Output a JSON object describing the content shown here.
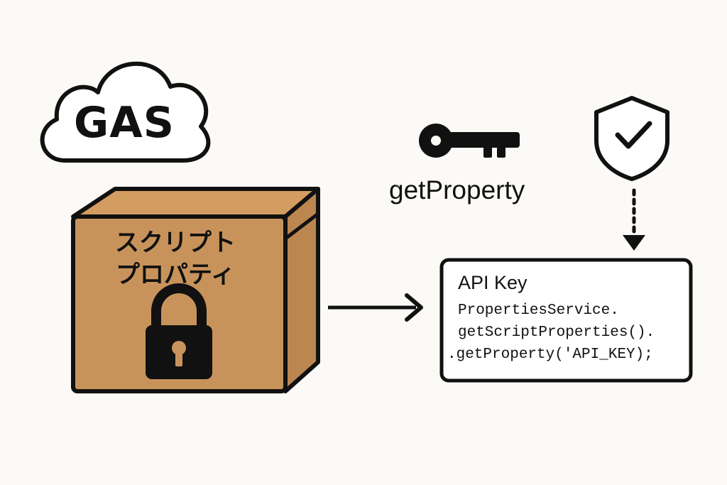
{
  "cloud": {
    "label": "GAS",
    "icon": "cloud-icon"
  },
  "box": {
    "line1": "スクリプト",
    "line2": "プロパティ",
    "icon": "lock-icon",
    "color": "#c8935b"
  },
  "key": {
    "label": "getProperty",
    "icon": "key-icon"
  },
  "shield": {
    "icon": "shield-check-icon"
  },
  "card": {
    "title": "API Key",
    "code": [
      "PropertiesService.",
      "getScriptProperties().",
      ".getProperty('API_KEY);"
    ]
  },
  "colors": {
    "background": "#fcfaf7",
    "stroke": "#111111",
    "box_face": "#c8935b",
    "box_top": "#d39c60",
    "box_side": "#bb8650"
  }
}
